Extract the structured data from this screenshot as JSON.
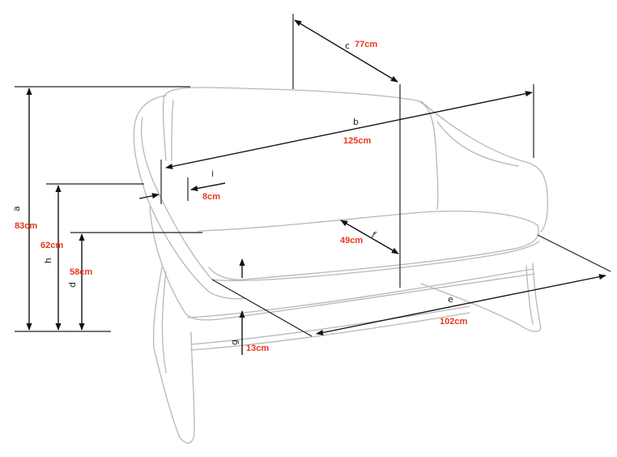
{
  "colors": {
    "value_text": "#e8381b",
    "line": "#111111",
    "sofa_outline": "#b7b7b7"
  },
  "dimensions": {
    "a": {
      "letter": "a",
      "value": "83cm"
    },
    "b": {
      "letter": "b",
      "value": "125cm"
    },
    "c": {
      "letter": "c",
      "value": "77cm"
    },
    "d": {
      "letter": "d",
      "value": "58cm"
    },
    "e": {
      "letter": "e",
      "value": "102cm"
    },
    "f": {
      "letter": "f",
      "value": "49cm"
    },
    "g": {
      "letter": "g",
      "value": "13cm"
    },
    "h": {
      "letter": "h",
      "value": "62cm"
    },
    "i": {
      "letter": "i",
      "value": "8cm"
    }
  }
}
